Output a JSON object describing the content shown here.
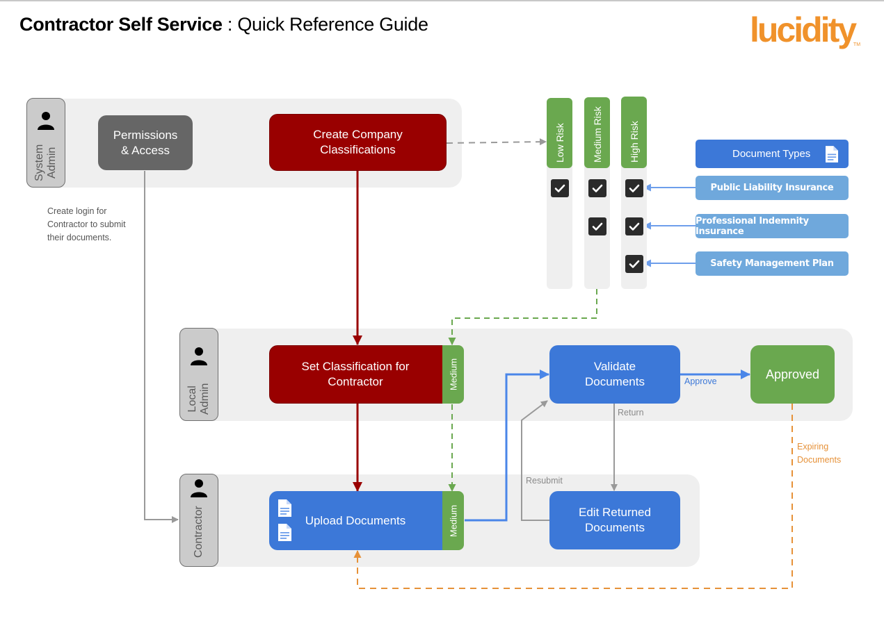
{
  "header": {
    "title_bold": "Contractor Self Service",
    "title_separator": " : ",
    "title_rest": "Quick Reference Guide",
    "logo_text": "lucidity",
    "logo_tm": "TM",
    "brand_color": "#f0922b"
  },
  "lanes": {
    "system_admin": {
      "label_line1": "System",
      "label_line2": "Admin",
      "icon": "person-icon"
    },
    "local_admin": {
      "label_line1": "Local",
      "label_line2": "Admin",
      "icon": "person-icon"
    },
    "contractor": {
      "label": "Contractor",
      "icon": "person-icon"
    }
  },
  "nodes": {
    "permissions": {
      "line1": "Permissions",
      "line2": "& Access",
      "color": "#666666"
    },
    "create_classifications": {
      "line1": "Create Company",
      "line2": "Classifications",
      "color": "#990000"
    },
    "set_classification": {
      "line1": "Set Classification for",
      "line2": "Contractor",
      "tag": "Medium",
      "color": "#990000"
    },
    "upload_documents": {
      "label": "Upload Documents",
      "tag": "Medium",
      "icon": "document-icon",
      "color": "#3c78d8"
    },
    "validate_documents": {
      "line1": "Validate",
      "line2": "Documents",
      "color": "#3c78d8"
    },
    "approved": {
      "label": "Approved",
      "color": "#6aa84f"
    },
    "edit_returned": {
      "line1": "Edit Returned",
      "line2": "Documents",
      "color": "#3c78d8"
    }
  },
  "note_permissions": [
    "Create login for",
    "Contractor to submit",
    "their documents."
  ],
  "risk_matrix": {
    "columns": [
      {
        "label": "Low Risk",
        "checks": [
          true,
          false,
          false
        ]
      },
      {
        "label": "Medium Risk",
        "checks": [
          true,
          true,
          false
        ]
      },
      {
        "label": "High Risk",
        "checks": [
          true,
          true,
          true
        ]
      }
    ],
    "check_icon": "checkmark-icon"
  },
  "document_types": {
    "header": "Document Types",
    "icon": "document-icon",
    "items": [
      "Public Liability Insurance",
      "Professional Indemnity Insurance",
      "Safety Management Plan"
    ]
  },
  "edge_labels": {
    "approve": "Approve",
    "return": "Return",
    "resubmit": "Resubmit",
    "expiring_line1": "Expiring",
    "expiring_line2": "Documents"
  },
  "colors": {
    "approve_text": "#3c78d8",
    "return_text": "#8a8a8a",
    "expiring_text": "#e69138",
    "flow_red": "#990000",
    "flow_blue": "#4a86e8",
    "flow_gray": "#999999",
    "flow_green_dash": "#6aa84f",
    "flow_orange_dash": "#e69138"
  }
}
